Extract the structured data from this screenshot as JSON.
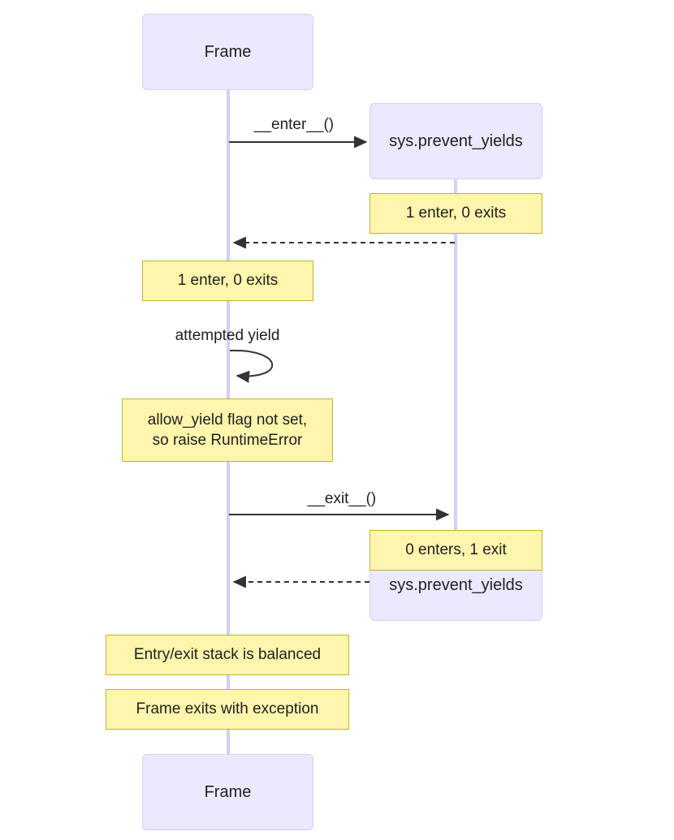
{
  "diagram": {
    "type": "sequence-diagram",
    "colors": {
      "actor_fill": "#ECE8FD",
      "actor_border": "#D6CFF5",
      "note_fill": "#FFF5AD",
      "note_border": "#BFB434",
      "lifeline": "#D7CEF5",
      "arrow": "#333333",
      "text": "#1f2020",
      "background": "#ffffff"
    },
    "participants": [
      {
        "id": "frame",
        "label": "Frame"
      },
      {
        "id": "sys",
        "label": "sys.prevent_yields"
      }
    ],
    "actors_top": [
      {
        "name": "frame-top",
        "label": "Frame"
      },
      {
        "name": "sys-top",
        "label": "sys.prevent_yields"
      }
    ],
    "actors_bottom": [
      {
        "name": "frame-bottom",
        "label": "Frame"
      },
      {
        "name": "sys-bottom",
        "label": "sys.prevent_yields"
      }
    ],
    "messages": [
      {
        "name": "enter-call",
        "label": "__enter__()",
        "from": "frame",
        "to": "sys",
        "style": "solid"
      },
      {
        "name": "enter-return",
        "label": "",
        "from": "sys",
        "to": "frame",
        "style": "dashed"
      },
      {
        "name": "attempted-yield",
        "label": "attempted yield",
        "from": "frame",
        "to": "frame",
        "style": "self-loop"
      },
      {
        "name": "exit-call",
        "label": "__exit__()",
        "from": "frame",
        "to": "sys",
        "style": "solid"
      },
      {
        "name": "exit-return",
        "label": "",
        "from": "sys",
        "to": "frame",
        "style": "dashed"
      }
    ],
    "notes": [
      {
        "name": "note-sys-enter",
        "text": "1 enter, 0 exits",
        "over": "sys"
      },
      {
        "name": "note-frame-enter",
        "text": "1 enter, 0 exits",
        "over": "frame"
      },
      {
        "name": "note-runtime-error",
        "text": "allow_yield flag not set,\nso raise RuntimeError",
        "over": "frame"
      },
      {
        "name": "note-sys-exit",
        "text": "0 enters, 1 exit",
        "over": "sys"
      },
      {
        "name": "note-balanced",
        "text": "Entry/exit stack is balanced",
        "over": "frame"
      },
      {
        "name": "note-exception",
        "text": "Frame exits with exception",
        "over": "frame"
      }
    ]
  }
}
